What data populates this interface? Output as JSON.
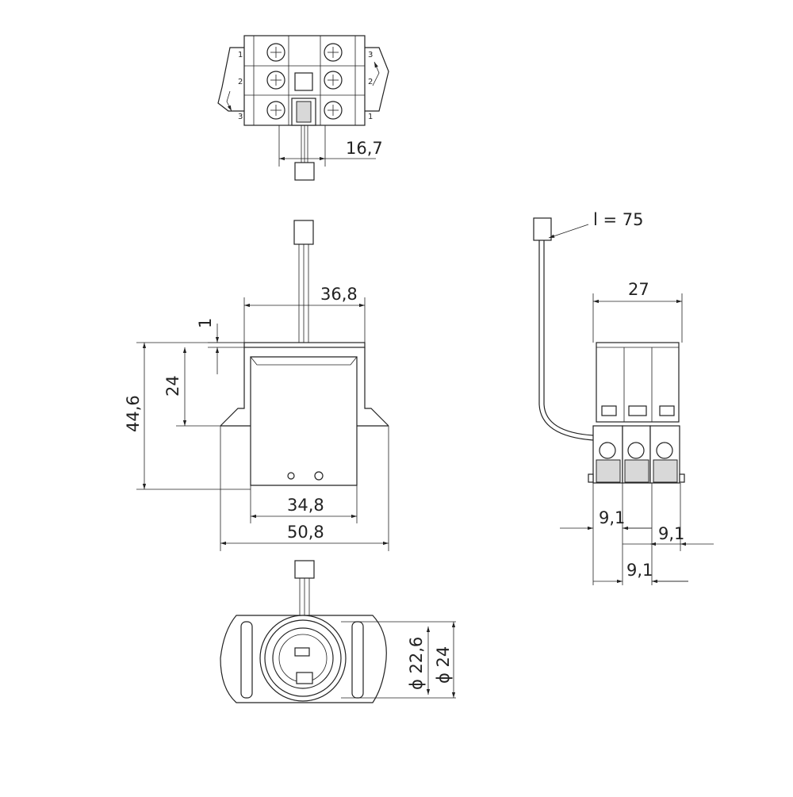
{
  "dimensions": {
    "top_width": "16,7",
    "width_36_8": "36,8",
    "thickness_1": "1",
    "height_24": "24",
    "height_44_6": "44,6",
    "width_34_8": "34,8",
    "width_50_8": "50,8",
    "cable_length": "l = 75",
    "side_width_27": "27",
    "pitch_1": "9,1",
    "pitch_2": "9,1",
    "pitch_3": "9,1",
    "dia_22_6": "ϕ 22,6",
    "dia_24": "ϕ 24"
  },
  "terminal_markings": [
    "1",
    "2",
    "3",
    "3",
    "2",
    "1"
  ]
}
